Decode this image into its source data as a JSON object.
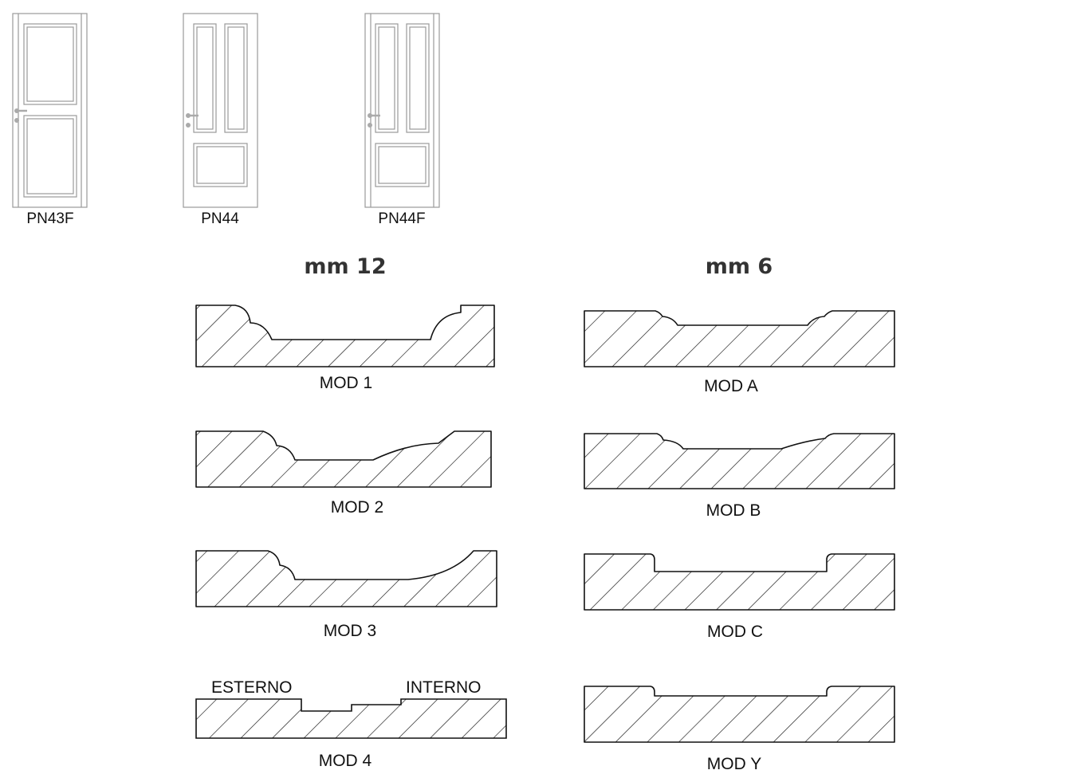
{
  "doors": [
    {
      "label": "PN43F",
      "panels": "two-tall",
      "frame_strips": true
    },
    {
      "label": "PN44",
      "panels": "two-vertical-one-bottom",
      "frame_strips": false
    },
    {
      "label": "PN44F",
      "panels": "two-vertical-one-bottom",
      "frame_strips": true
    }
  ],
  "columns": [
    {
      "title": "mm 12"
    },
    {
      "title": "mm 6"
    }
  ],
  "profiles": [
    {
      "label": "MOD 1"
    },
    {
      "label": "MOD 2"
    },
    {
      "label": "MOD 3"
    },
    {
      "label": "MOD 4"
    },
    {
      "label": "MOD A"
    },
    {
      "label": "MOD B"
    },
    {
      "label": "MOD C"
    },
    {
      "label": "MOD Y"
    }
  ],
  "mod4_sides": {
    "left": "ESTERNO",
    "right": "INTERNO"
  },
  "colors": {
    "line": "#111111",
    "door_line": "#999999",
    "title": "#333333"
  }
}
